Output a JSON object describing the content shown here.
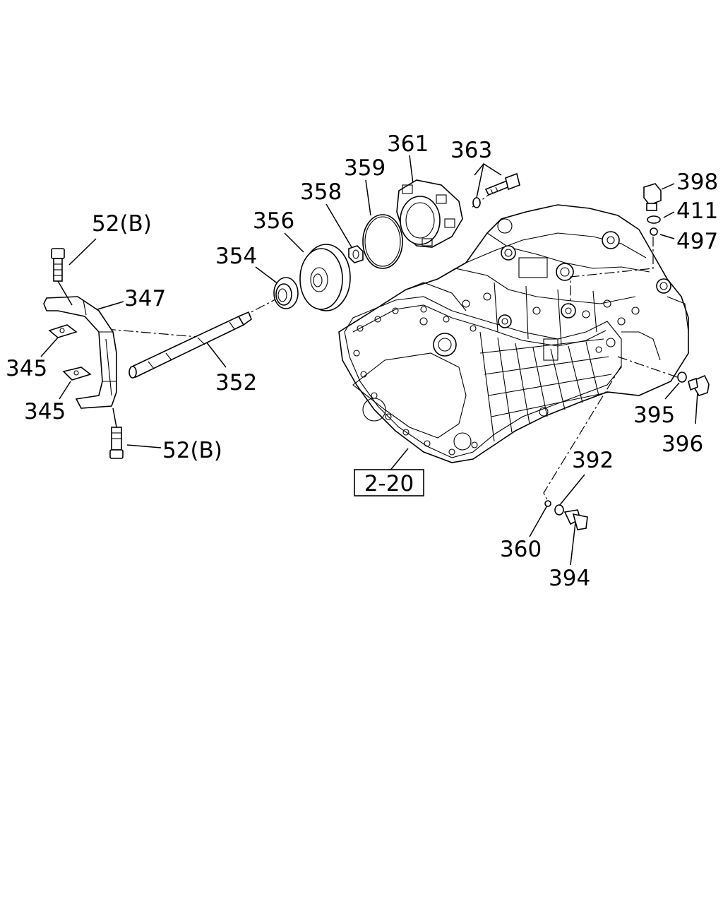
{
  "diagram": {
    "labels": {
      "p52b_top": "52(B)",
      "p347": "347",
      "p345_a": "345",
      "p345_b": "345",
      "p52b_bottom": "52(B)",
      "p352": "352",
      "p354": "354",
      "p356": "356",
      "p358": "358",
      "p359": "359",
      "p361": "361",
      "p363": "363",
      "p398": "398",
      "p411": "411",
      "p497": "497",
      "p395": "395",
      "p396": "396",
      "p392": "392",
      "p360": "360",
      "p394": "394",
      "ref_2_20": "2-20"
    }
  }
}
